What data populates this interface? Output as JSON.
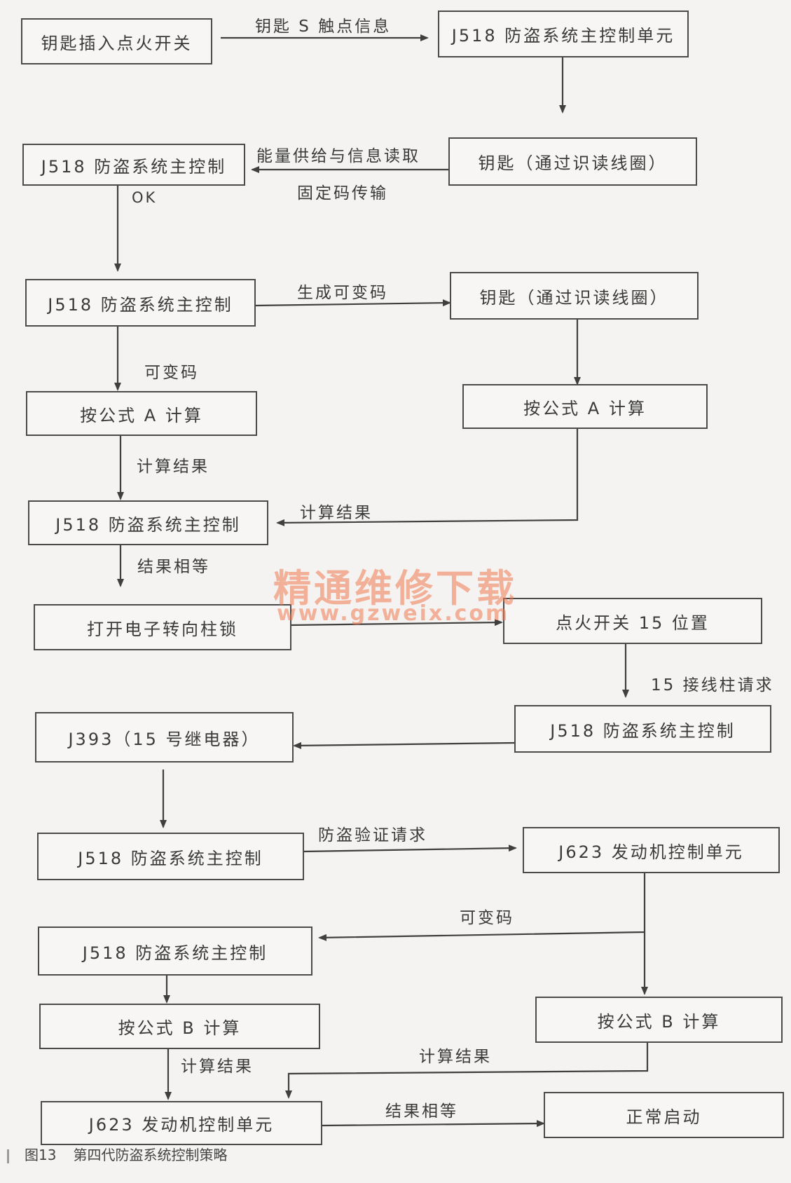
{
  "nodes": {
    "key_insert": "钥匙插入点火开关",
    "j518_unit": "J518 防盗系统主控制单元",
    "j518_a": "J518 防盗系统主控制",
    "key_coil_a": "钥匙（通过识读线圈）",
    "j518_b": "J518 防盗系统主控制",
    "key_coil_b": "钥匙（通过识读线圈）",
    "calc_a_left": "按公式 A 计算",
    "calc_a_right": "按公式 A 计算",
    "j518_c": "J518 防盗系统主控制",
    "unlock_column": "打开电子转向柱锁",
    "ignition_15": "点火开关 15 位置",
    "j518_d": "J518 防盗系统主控制",
    "j393": "J393（15 号继电器）",
    "j518_e": "J518 防盗系统主控制",
    "j623_a": "J623 发动机控制单元",
    "j518_f": "J518 防盗系统主控制",
    "calc_b_left": "按公式 B 计算",
    "calc_b_right": "按公式 B 计算",
    "j623_b": "J623 发动机控制单元",
    "normal_start": "正常启动"
  },
  "labels": {
    "key_s_contact": "钥匙 S 触点信息",
    "energy_supply": "能量供给与信息读取",
    "fixed_code": "固定码传输",
    "ok": "OK",
    "gen_variable": "生成可变码",
    "variable_code_1": "可变码",
    "calc_result_1": "计算结果",
    "calc_result_2": "计算结果",
    "result_equal_1": "结果相等",
    "terminal_15": "15 接线柱请求",
    "antitheft_verify": "防盗验证请求",
    "variable_code_2": "可变码",
    "calc_result_3": "计算结果",
    "calc_result_4": "计算结果",
    "result_equal_2": "结果相等"
  },
  "watermark": {
    "cn": "精通维修下载",
    "url": "www.gzweix.com"
  },
  "caption": {
    "figure_no": "图13",
    "title": "第四代防盗系统控制策略"
  },
  "colors": {
    "line": "#3f3f3f",
    "watermark": "#f07850"
  }
}
